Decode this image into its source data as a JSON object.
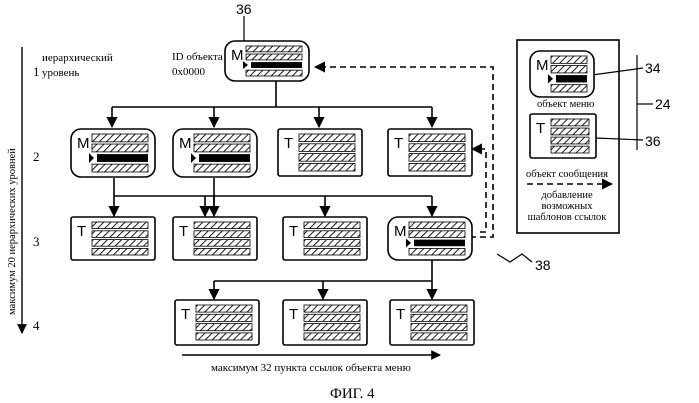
{
  "level_axis_title": "максимум 20 иерархических уровней",
  "hierarchy_label": "иерархический\nуровень",
  "levels": [
    "1",
    "2",
    "3",
    "4"
  ],
  "id_label": "ID объекта\n0x0000",
  "width_label": "максимум 32 пункта ссылок объекта меню",
  "figure_caption": "ФИГ. 4",
  "legend": {
    "menu_object": "объект меню",
    "message_object": "объект сообщения",
    "addition": "добавление\nвозможных\nшаблонов ссылок"
  },
  "refs": [
    "36",
    "34",
    "36",
    "24",
    "38"
  ],
  "node_letters": {
    "menu": "M",
    "message": "T"
  }
}
